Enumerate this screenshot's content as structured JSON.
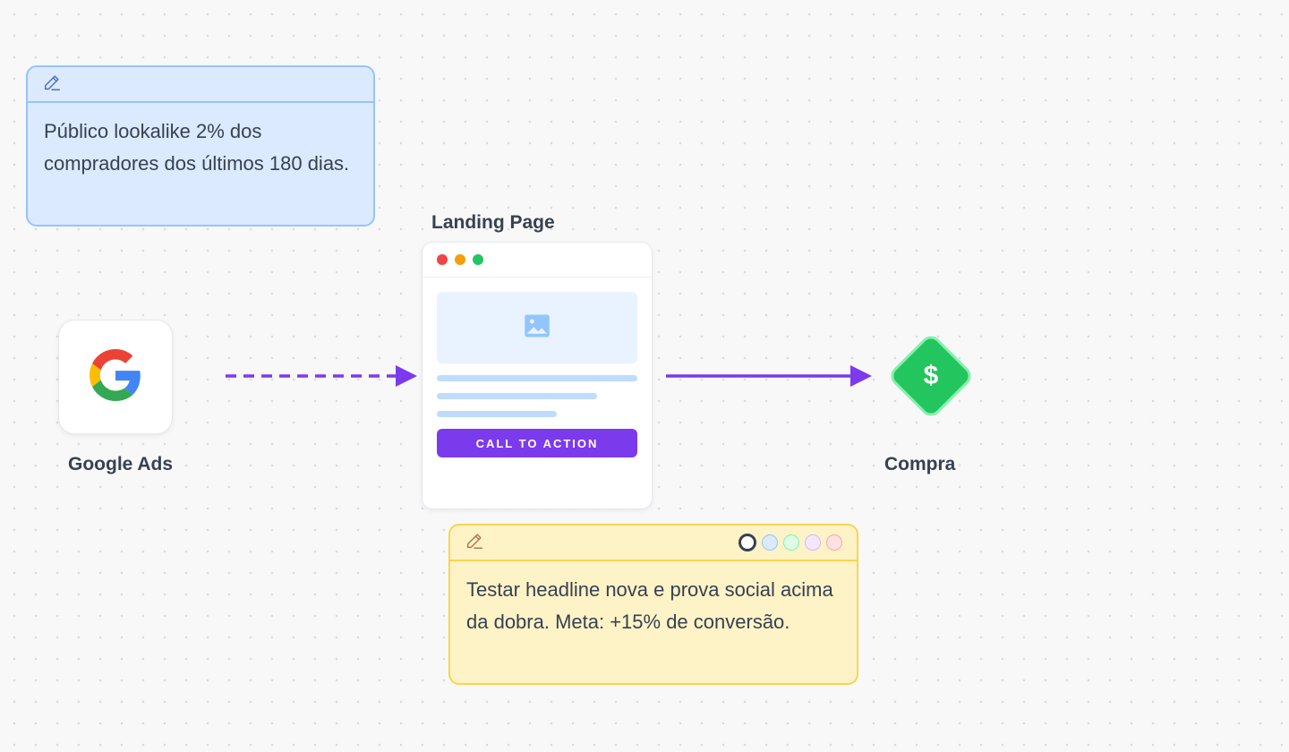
{
  "notes": {
    "audience": {
      "text": "Público lookalike 2% dos compradores dos últimos 180 dias.",
      "color": "#dbeafe",
      "icon": "pencil-icon"
    },
    "landing": {
      "text": "Testar headline nova e prova social acima da dobra. Meta: +15% de conversão.",
      "color": "#fef3c7",
      "icon": "pencil-icon",
      "swatches": [
        "#ffffff",
        "#dbeafe",
        "#dcfce7",
        "#f3e8ff",
        "#fee2e2"
      ]
    }
  },
  "nodes": {
    "google_ads": {
      "label": "Google Ads",
      "icon": "google-logo-icon"
    },
    "landing_page": {
      "label": "Landing Page",
      "cta_label": "CALL TO ACTION",
      "icon": "image-icon"
    },
    "purchase": {
      "label": "Compra",
      "icon": "dollar-icon",
      "glyph": "$",
      "color": "#22c55e"
    }
  },
  "edges": [
    {
      "from": "google_ads",
      "to": "landing_page",
      "style": "dashed",
      "color": "#7c3aed"
    },
    {
      "from": "landing_page",
      "to": "purchase",
      "style": "solid",
      "color": "#7c3aed"
    }
  ]
}
